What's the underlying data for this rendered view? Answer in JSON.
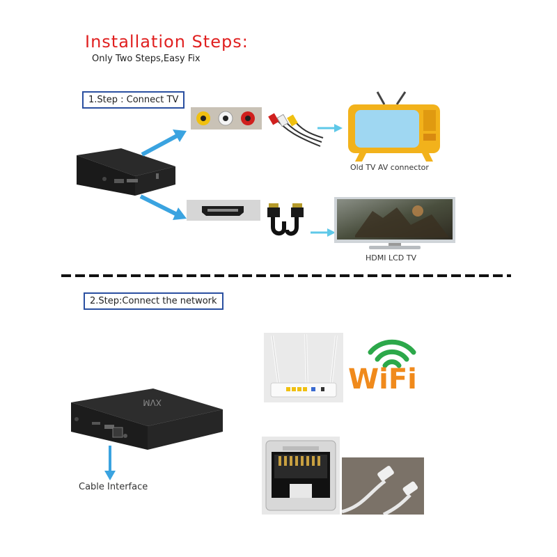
{
  "header": {
    "title": "Installation Steps:",
    "subtitle": "Only Two Steps,Easy Fix"
  },
  "step1": {
    "label": "1.Step : Connect TV",
    "old_tv_caption": "Old TV AV connector",
    "hdmi_tv_caption": "HDMI LCD TV"
  },
  "step2": {
    "label": "2.Step:Connect the network",
    "cable_caption": "Cable Interface",
    "wifi_logo_text": "WiFi"
  },
  "icons": {
    "tvbox_top": "tv-box-icon",
    "av_ports": "rca-ports-icon",
    "av_cable": "rca-cable-icon",
    "old_tv": "retro-tv-icon",
    "hdmi_port": "hdmi-port-icon",
    "hdmi_cable": "hdmi-cable-icon",
    "lcd_tv": "lcd-tv-icon",
    "router": "router-icon",
    "wifi": "wifi-logo-icon",
    "ethernet_port": "ethernet-port-icon",
    "ethernet_cable": "ethernet-cable-icon",
    "tvbox_bottom": "tv-box-icon"
  },
  "colors": {
    "title": "#e02020",
    "step_border": "#2a4fa0",
    "arrow": "#3aa3e0",
    "wifi_green": "#2ca84a",
    "wifi_orange": "#f08a1c",
    "wifi_blue": "#1a73c8",
    "tv_yellow": "#f2b21b"
  }
}
